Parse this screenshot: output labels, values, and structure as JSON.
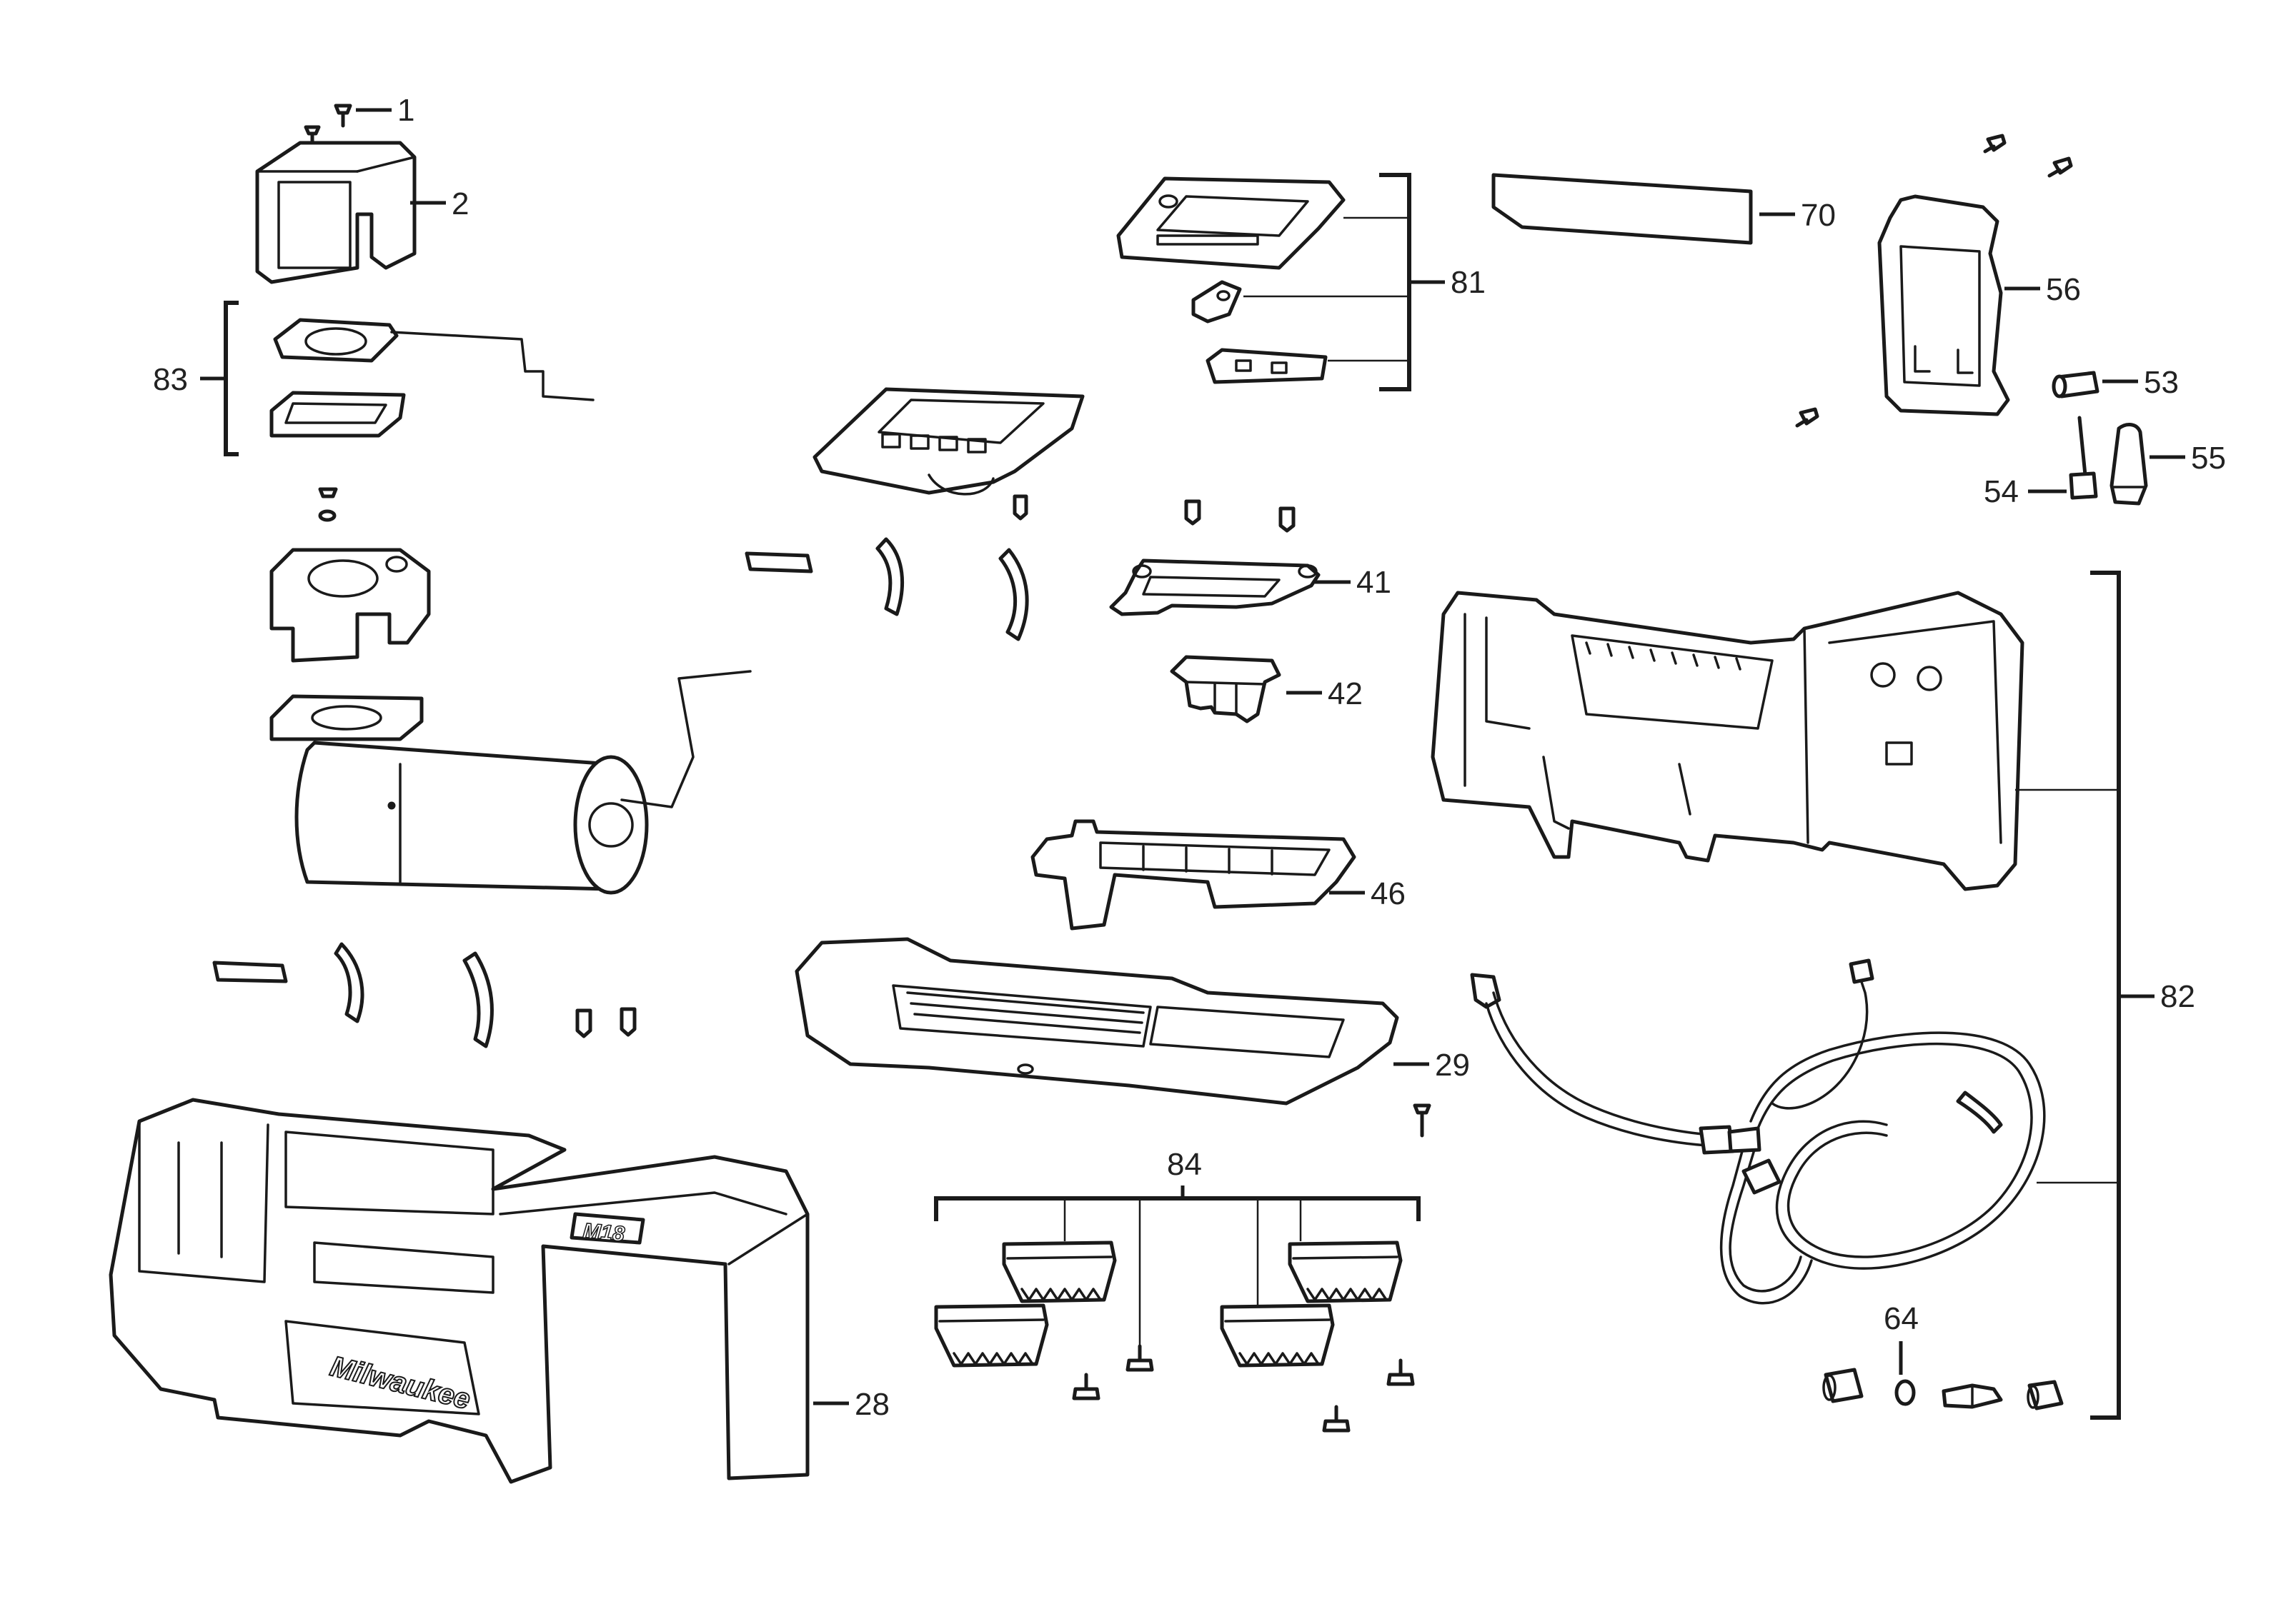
{
  "callouts": {
    "c1": "1",
    "c2": "2",
    "c83": "83",
    "c81": "81",
    "c70": "70",
    "c56": "56",
    "c53": "53",
    "c55": "55",
    "c54": "54",
    "c41": "41",
    "c42": "42",
    "c46": "46",
    "c82": "82",
    "c29": "29",
    "c84": "84",
    "c28": "28",
    "c64": "64"
  },
  "brand": {
    "logo_text": "Milwaukee",
    "badge_text": "M18"
  },
  "colors": {
    "line": "#1a1a1a",
    "background": "#ffffff"
  }
}
